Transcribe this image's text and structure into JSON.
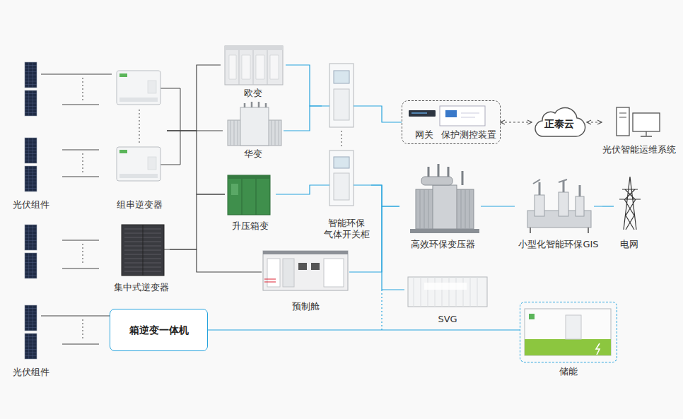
{
  "diagram": {
    "nodes": [
      {
        "text": [
          "光伏组件"
        ]
      },
      {
        "text": [
          "组串逆变器"
        ]
      },
      {
        "text": [
          "集中式逆变器"
        ]
      },
      {
        "text": [
          "光伏组件"
        ]
      },
      {
        "text": [
          "箱逆变一体机"
        ]
      },
      {
        "text": [
          "欧变"
        ]
      },
      {
        "text": [
          "华变"
        ]
      },
      {
        "text": [
          "升压箱变"
        ]
      },
      {
        "text": [
          "预制舱"
        ]
      },
      {
        "text": [
          "智能环保 气体开关柜"
        ]
      },
      {
        "text": [
          "网关",
          "保护测控装置"
        ]
      },
      {
        "text": [
          "正泰云"
        ]
      },
      {
        "text": [
          "光伏智能运维系统"
        ]
      },
      {
        "text": [
          "高效环保变压器"
        ]
      },
      {
        "text": [
          "小型化智能环保GIS"
        ]
      },
      {
        "text": [
          "电网"
        ]
      },
      {
        "text": [
          "SVG"
        ]
      },
      {
        "text": [
          "储能"
        ]
      }
    ],
    "edges": [
      {
        "from": 0,
        "to": 1,
        "arrow": "none"
      },
      {
        "from": 1,
        "to": 5,
        "arrow": "none"
      },
      {
        "from": 1,
        "to": 6,
        "arrow": "none"
      },
      {
        "from": 1,
        "to": 7,
        "arrow": "none"
      },
      {
        "from": 2,
        "to": 7,
        "arrow": "none"
      },
      {
        "from": 2,
        "to": 8,
        "arrow": "none"
      },
      {
        "from": 3,
        "to": 4,
        "arrow": "none"
      },
      {
        "from": 5,
        "to": 9,
        "arrow": "none"
      },
      {
        "from": 6,
        "to": 9,
        "arrow": "none"
      },
      {
        "from": 7,
        "to": 9,
        "arrow": "none"
      },
      {
        "from": 9,
        "to": 10,
        "arrow": "none"
      },
      {
        "from": 9,
        "to": 13,
        "arrow": "none"
      },
      {
        "from": 9,
        "to": 16,
        "arrow": "none"
      },
      {
        "from": 8,
        "to": 13,
        "arrow": "none"
      },
      {
        "from": 4,
        "to": 17,
        "arrow": "none"
      },
      {
        "from": 10,
        "to": 11,
        "arrow": "both"
      },
      {
        "from": 11,
        "to": 12,
        "arrow": "both"
      },
      {
        "from": 13,
        "to": 14,
        "arrow": "none"
      },
      {
        "from": 14,
        "to": 15,
        "arrow": "none"
      }
    ]
  }
}
